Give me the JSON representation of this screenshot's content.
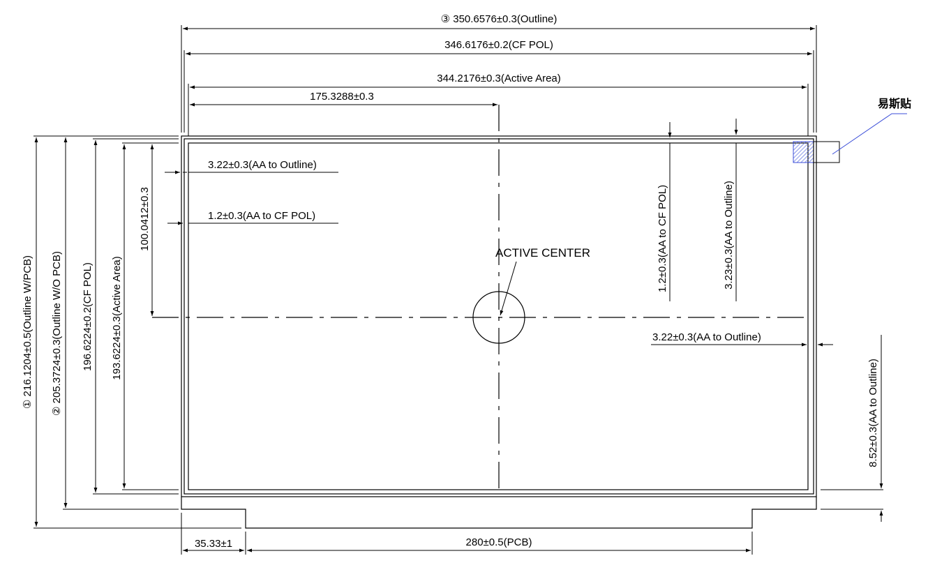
{
  "colors": {
    "line": "#000000",
    "leader": "#3b4ed8",
    "hatch": "#5a6ee0"
  },
  "dims": {
    "outline_width": "③ 350.6576±0.3(Outline)",
    "cf_pol_width": "346.6176±0.2(CF POL)",
    "active_width": "344.2176±0.3(Active Area)",
    "center_x": "175.3288±0.3",
    "aa_outline_left": "3.22±0.3(AA to Outline)",
    "aa_cfpol_left": "1.2±0.3(AA to CF POL)",
    "center_y": "100.0412±0.3",
    "aa_cfpol_top": "1.2±0.3(AA to CF POL)",
    "aa_outline_top": "3.23±0.3(AA to Outline)",
    "aa_outline_right": "3.22±0.3(AA to Outline)",
    "aa_outline_bottom": "8.52±0.3(AA to Outline)",
    "height_pcb": "① 216.1204±0.5(Outline W/PCB)",
    "height_wo_pcb": "② 205.3724±0.3(Outline W/O PCB)",
    "height_cf_pol": "196.6224±0.2(CF POL)",
    "height_active": "193.6224±0.3(Active Area)",
    "pcb_offset": "35.33±1",
    "pcb_width": "280±0.5(PCB)"
  },
  "labels": {
    "active_center": "ACTIVE CENTER",
    "tape": "易斯贴"
  }
}
